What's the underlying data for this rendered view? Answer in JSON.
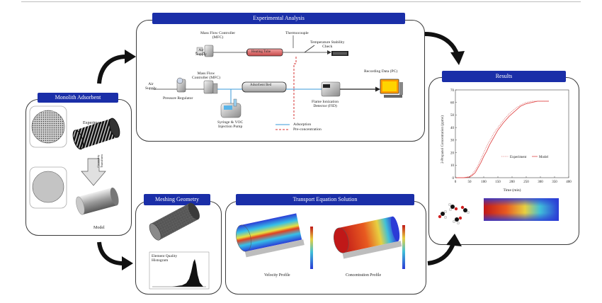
{
  "panels": {
    "monolith": {
      "header": "Monolith Adsorbent",
      "experiment": "Experiment",
      "transform": "Geometry\nTransform",
      "model": "Model"
    },
    "experimental": {
      "header": "Experimental Analysis",
      "mfc_top": "Mass Flow Controller\n(MFC)",
      "air_supply_top": "Air\nSupply",
      "heating_tube": "Heating Tube",
      "thermocouple": "Thermocouple",
      "temp_check": "Temperature Stability\nCheck",
      "air_supply_left": "Air\nSupply",
      "mfc_left": "Mass Flow\nController (MFC)",
      "pressure_regulator": "Pressure Regulator",
      "adsorbent_bed": "Adsorbent Bed",
      "recording": "Recording Data (PC)",
      "fid": "Flame Ionization\nDetector (FID)",
      "syringe": "Syringe & VOC\nInjection Pump",
      "legend_adsorption": "Adsorption",
      "legend_preconcentration": "Pre-concentration"
    },
    "meshing": {
      "header": "Meshing Geometry",
      "histogram_label": "Element Quality\nHistogram"
    },
    "transport": {
      "header": "Transport Equation Solution",
      "velocity": "Velocity Profile",
      "concentration": "Concentration Profile"
    },
    "results": {
      "header": "Results",
      "legend_experiment": "Experiment",
      "legend_model": "Model"
    }
  },
  "chart_data": {
    "type": "line",
    "xlabel": "Time (min)",
    "ylabel": "2-Propanol Concentration (ppmv)",
    "xlim": [
      0,
      400
    ],
    "ylim": [
      0,
      70
    ],
    "x_ticks": [
      0,
      50,
      100,
      150,
      200,
      250,
      300,
      350,
      400
    ],
    "y_ticks": [
      0,
      10,
      20,
      30,
      40,
      50,
      60,
      70
    ],
    "legend_position": "bottom-right",
    "series": [
      {
        "name": "Experiment",
        "style": "dotted",
        "color": "#e07a7a",
        "x": [
          0,
          30,
          50,
          60,
          70,
          80,
          90,
          100,
          110,
          120,
          130,
          140,
          150,
          170,
          190,
          210,
          230,
          250,
          270,
          290,
          310,
          330
        ],
        "y": [
          0,
          0,
          1,
          3,
          6,
          10,
          15,
          20,
          25,
          29,
          33,
          37,
          40,
          46,
          51,
          55,
          58,
          60,
          61,
          61,
          61,
          61
        ]
      },
      {
        "name": "Model",
        "style": "solid",
        "color": "#e04848",
        "x": [
          0,
          30,
          50,
          60,
          70,
          80,
          90,
          100,
          110,
          120,
          130,
          140,
          150,
          170,
          190,
          210,
          230,
          250,
          270,
          290,
          310,
          330
        ],
        "y": [
          0,
          0,
          0.5,
          2,
          4,
          8,
          12,
          17,
          21,
          26,
          30,
          34,
          38,
          44,
          49,
          53,
          57,
          59,
          60,
          61,
          61,
          61
        ]
      }
    ]
  }
}
